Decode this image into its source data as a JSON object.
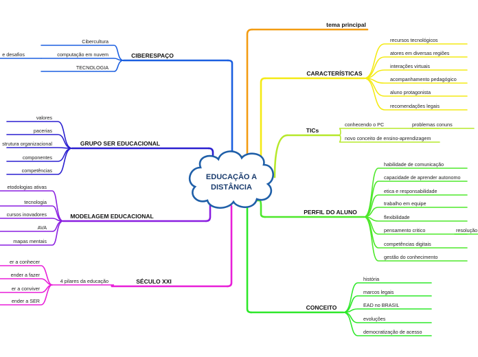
{
  "center": {
    "title_line1": "EDUCAÇÃO A",
    "title_line2": "DISTÂNCIA",
    "fill": "#ffffff",
    "stroke": "#1f5fa8"
  },
  "branches": [
    {
      "id": "tema",
      "label": "tema principal",
      "color": "#f39c12",
      "children": []
    },
    {
      "id": "caracteristicas",
      "label": "CARACTERÍSTICAS",
      "color": "#f4ea14",
      "children": [
        "recursos tecnológicos",
        "atores em diversas regiões",
        "interações virtuais",
        "acompanhamento pedagógico",
        "aluno protagonista",
        "recomendações legais"
      ]
    },
    {
      "id": "tics",
      "label": "TICs",
      "color": "#b6e82a",
      "children": [
        {
          "label": "conhecendo o PC",
          "children": [
            "problemas conuns"
          ]
        },
        {
          "label": "novo conceito de ensino-aprendizagem",
          "children": []
        }
      ]
    },
    {
      "id": "perfil",
      "label": "PERFIL DO ALUNO",
      "color": "#4de82a",
      "children": [
        {
          "label": "habilidade de comunicação",
          "children": []
        },
        {
          "label": "capacidade de aprender autonomo",
          "children": []
        },
        {
          "label": "etica e responsabilidade",
          "children": []
        },
        {
          "label": "trabalho em equipe",
          "children": []
        },
        {
          "label": "flexibilidade",
          "children": []
        },
        {
          "label": "pensamento critico",
          "children": [
            "resolução"
          ]
        },
        {
          "label": "competências digitais",
          "children": []
        },
        {
          "label": "gestão do conhecimento",
          "children": []
        }
      ]
    },
    {
      "id": "conceito",
      "label": "CONCEITO",
      "color": "#2ee82a",
      "children": [
        "história",
        "marcos legais",
        "EAD no BRASIL",
        "evoluções",
        "democratização de acesso"
      ]
    },
    {
      "id": "ciberespaco",
      "label": "CIBERESPAÇO",
      "color": "#1b5fe0",
      "children": [
        {
          "label": "Cibercultura",
          "children": []
        },
        {
          "label": "computação em nuvem",
          "children": [
            "e desafios"
          ]
        },
        {
          "label": "TECNOLOGIA",
          "children": []
        }
      ]
    },
    {
      "id": "grupo",
      "label": "GRUPO SER EDUCACIONAL",
      "color": "#2a1fd0",
      "children": [
        "valores",
        "pacerias",
        "strutura organizacional",
        "componentes",
        "competências"
      ]
    },
    {
      "id": "modelagem",
      "label": "MODELAGEM EDUCACIONAL",
      "color": "#8a1fe0",
      "children": [
        "etodologias ativas",
        "tecnologia",
        "cursos inovadores",
        "AVA",
        "mapas mentais"
      ]
    },
    {
      "id": "seculo",
      "label": "SÉCULO XXI",
      "color": "#e81fd8",
      "children": [
        {
          "label": "4 pilares da educação",
          "children": [
            "er a conhecer",
            "ender a fazer",
            "er a conviver",
            "ender a SER"
          ]
        }
      ]
    }
  ]
}
